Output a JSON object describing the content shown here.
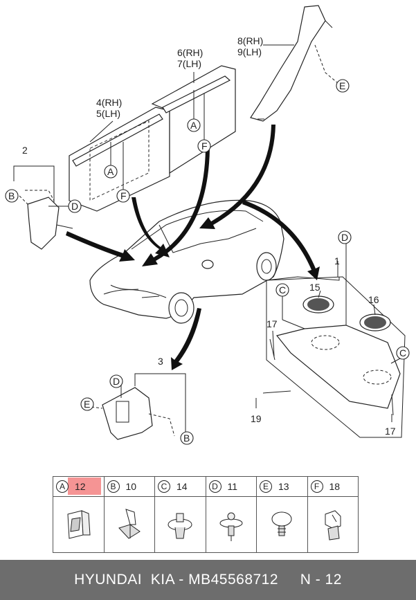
{
  "callouts": {
    "c1": "1",
    "c2": "2",
    "c3": "3",
    "c4": "4(RH)",
    "c5": "5(LH)",
    "c6": "6(RH)",
    "c7": "7(LH)",
    "c8": "8(RH)",
    "c9": "9(LH)",
    "c15": "15",
    "c16": "16",
    "c17a": "17",
    "c17b": "17",
    "c19": "19"
  },
  "letters": {
    "A": "A",
    "B": "B",
    "C": "C",
    "D": "D",
    "E": "E",
    "F": "F"
  },
  "parts_table": [
    {
      "letter": "A",
      "qty": "12",
      "icon": "trim-clip-icon"
    },
    {
      "letter": "B",
      "qty": "10",
      "icon": "retainer-clip-icon"
    },
    {
      "letter": "C",
      "qty": "14",
      "icon": "push-rivet-icon"
    },
    {
      "letter": "D",
      "qty": "11",
      "icon": "screw-grommet-icon"
    },
    {
      "letter": "E",
      "qty": "13",
      "icon": "push-pin-icon"
    },
    {
      "letter": "F",
      "qty": "18",
      "icon": "clip-holder-icon"
    }
  ],
  "footer": {
    "text": "HYUNDAI  KIA - MB45568712     N - 12"
  },
  "highlight_color": "#f06060"
}
